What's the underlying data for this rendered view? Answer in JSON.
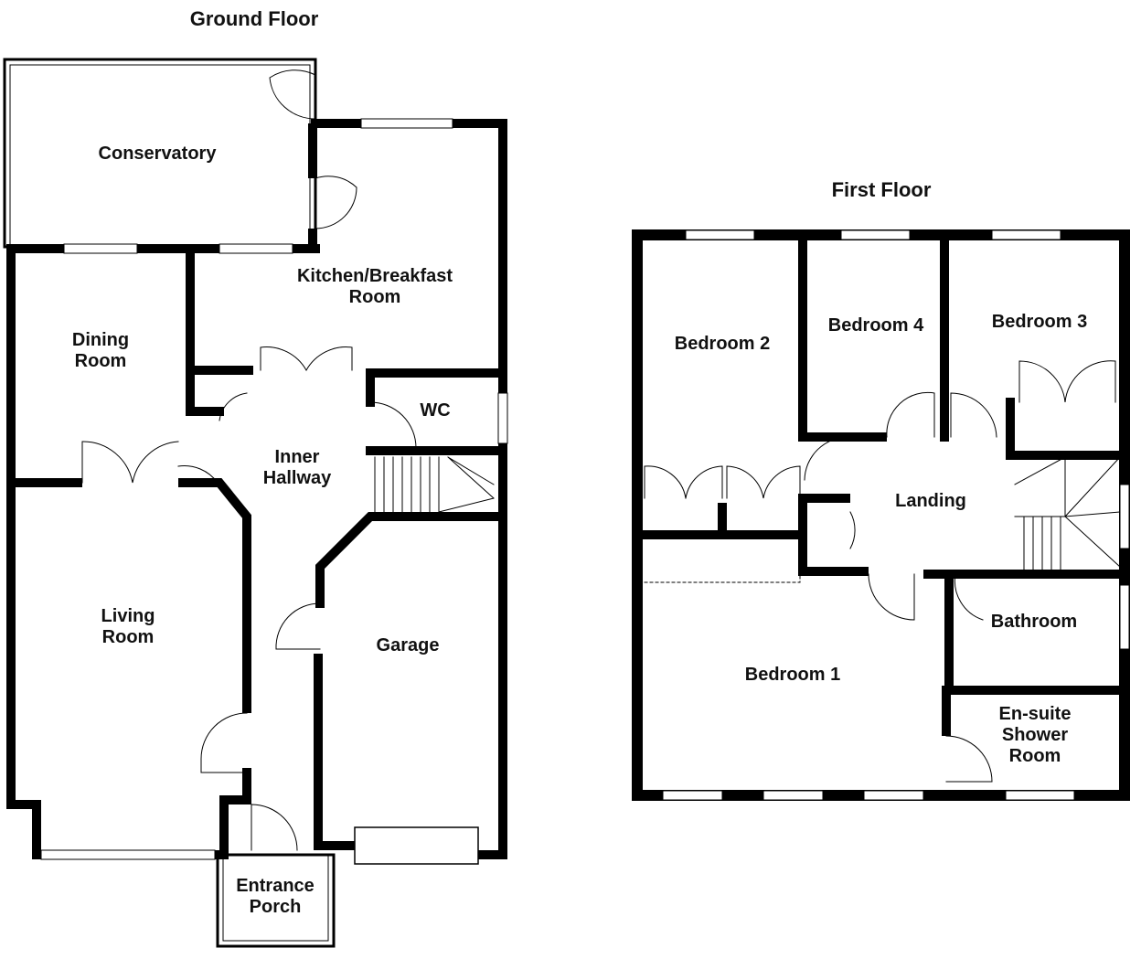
{
  "floors": [
    {
      "title": "Ground Floor",
      "rooms": [
        "Conservatory",
        "Kitchen/Breakfast\nRoom",
        "Dining\nRoom",
        "WC",
        "Inner\nHallway",
        "Living\nRoom",
        "Garage",
        "Entrance\nPorch"
      ]
    },
    {
      "title": "First Floor",
      "rooms": [
        "Bedroom 2",
        "Bedroom 4",
        "Bedroom 3",
        "Landing",
        "Bathroom",
        "Bedroom 1",
        "En-suite\nShower\nRoom"
      ]
    }
  ]
}
